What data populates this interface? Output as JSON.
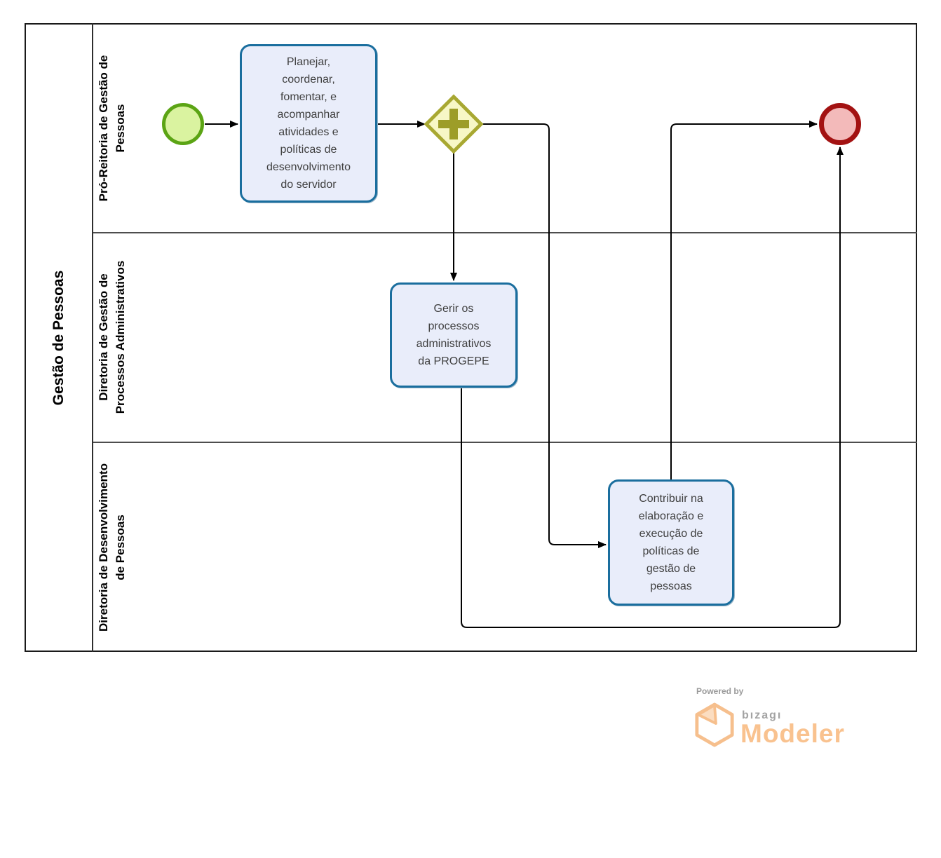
{
  "pool": {
    "label": "Gestão de Pessoas",
    "lanes": [
      {
        "label": "Pró-Reitoria de Gestão de\nPessoas"
      },
      {
        "label": "Diretoria de Gestão de\nProcessos Administrativos"
      },
      {
        "label": "Diretoria de Desenvolvimento\nde Pessoas"
      }
    ]
  },
  "nodes": {
    "start_event": {
      "type": "start-event"
    },
    "task_planejar": {
      "label": "Planejar,\ncoordenar,\nfomentar, e\nacompanhar\natividades e\npolíticas de\ndesenvolvimento\ndo servidor"
    },
    "parallel_gateway": {
      "type": "parallel-gateway"
    },
    "task_gerir": {
      "label": "Gerir os\nprocessos\nadministrativos\nda PROGEPE"
    },
    "task_contribuir": {
      "label": "Contribuir na\nelaboração e\nexecução de\npolíticas de\ngestão de\npessoas"
    },
    "end_event": {
      "type": "end-event"
    }
  },
  "branding": {
    "powered_by": "Powered by",
    "brand": "bızagı",
    "product": "Modeler"
  },
  "colors": {
    "task_fill": "#e9edfa",
    "task_border": "#1a6e9e",
    "start_fill": "#daf3a0",
    "start_border": "#5ba414",
    "gateway_fill": "#f7f7c6",
    "gateway_border": "#a8a832",
    "gateway_plus": "#9d9d28",
    "end_fill": "#f3baba",
    "end_border": "#a31212",
    "flow_line": "#000000",
    "logo_orange": "#f9c28f",
    "logo_gray": "#a3a3a3"
  }
}
